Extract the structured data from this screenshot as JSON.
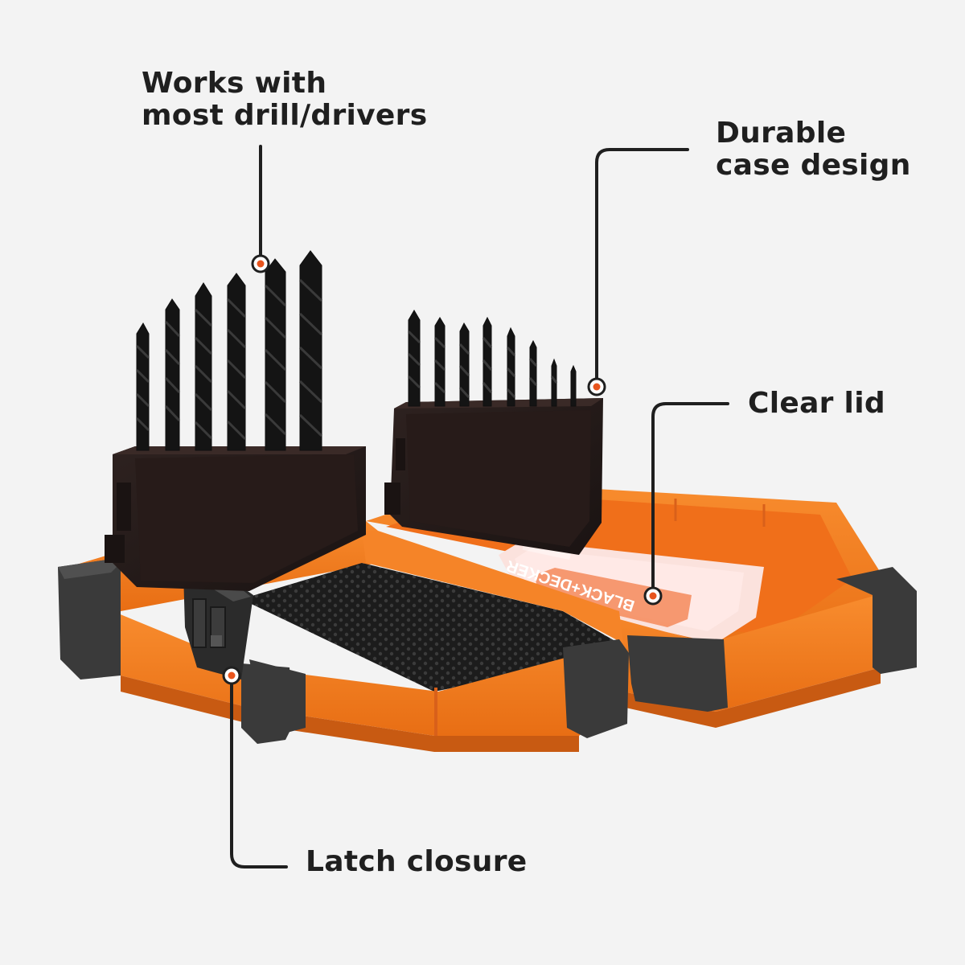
{
  "callouts": {
    "drill_compat": {
      "line1": "Works with",
      "line2": "most drill/drivers"
    },
    "case_design": {
      "line1": "Durable",
      "line2": "case design"
    },
    "clear_lid": {
      "label": "Clear lid"
    },
    "latch": {
      "label": "Latch closure"
    }
  },
  "lid_brand": "BLACK+DECKER",
  "colors": {
    "background": "#f3f3f3",
    "case_orange": "#f57f20",
    "case_orange_dark": "#d0621a",
    "bumper_black": "#3a3a3a",
    "bit_black": "#111111",
    "holder_dark": "#2a1e1c",
    "leader_line": "#1f1f1f",
    "marker_dot": "#e8541d"
  },
  "icons": {
    "marker": "orange-dot-marker"
  }
}
